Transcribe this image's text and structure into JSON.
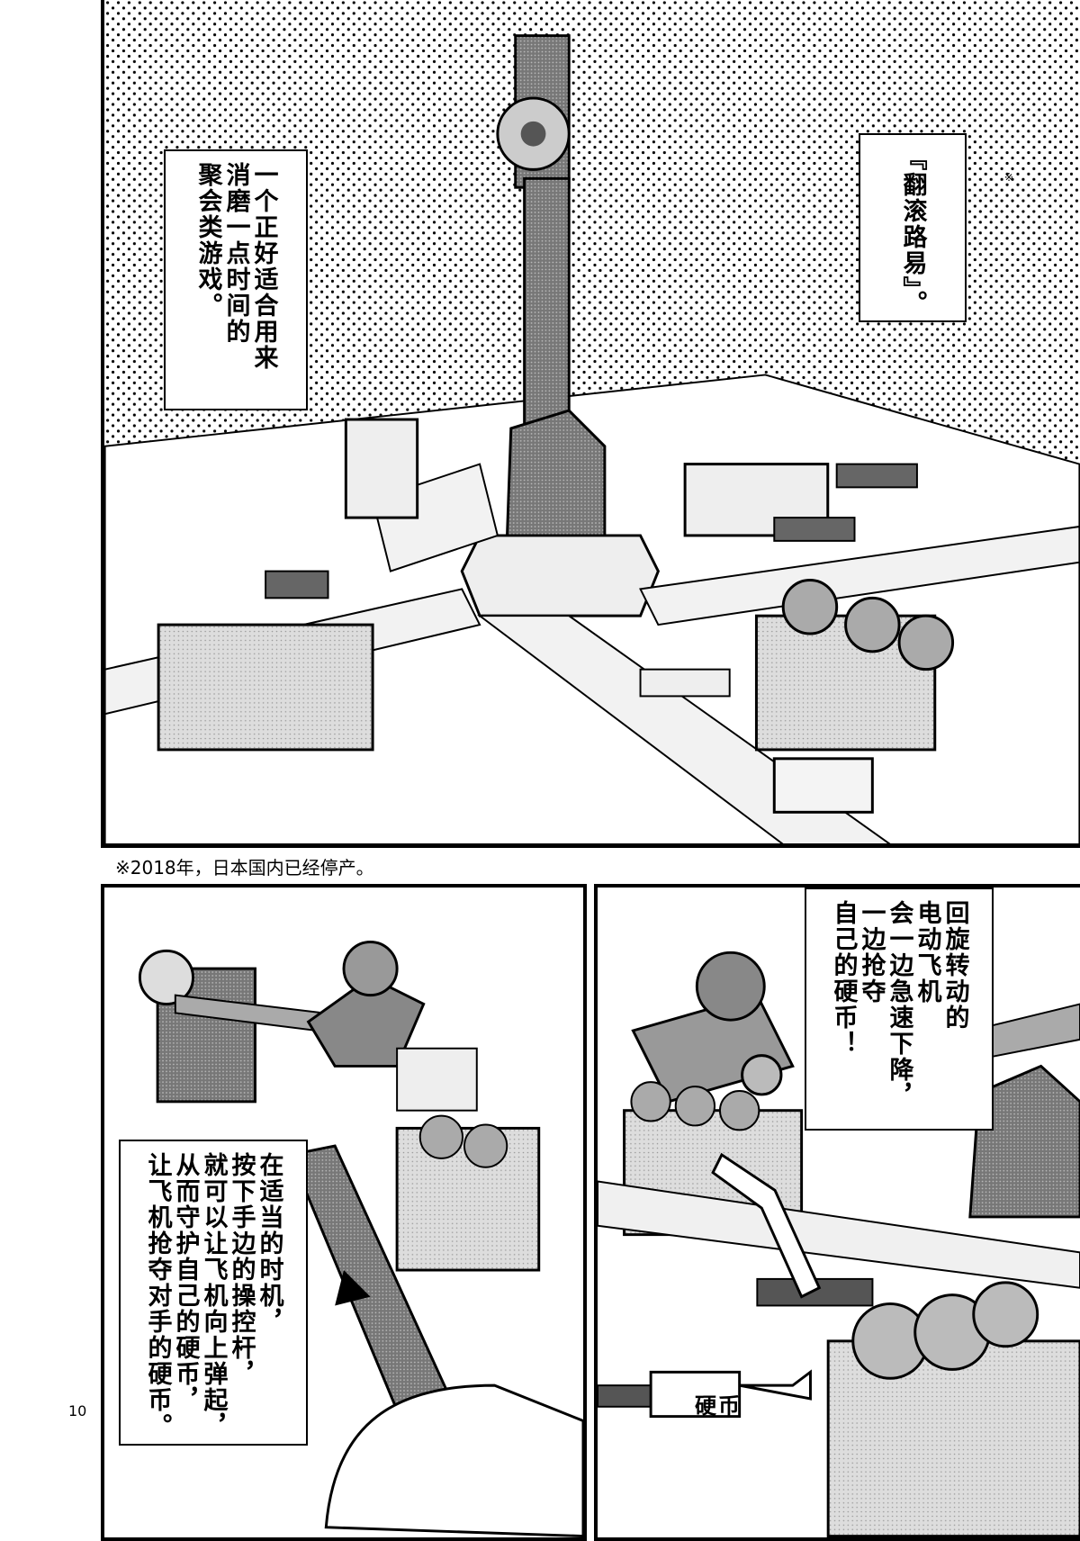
{
  "panel1": {
    "caption_right": {
      "mark": "※",
      "lines": [
        "『翻滚路易』。"
      ]
    },
    "caption_left": {
      "lines": [
        "一个正好适合用来",
        "消磨一点时间的",
        "聚会类游戏。"
      ]
    }
  },
  "footnote": "※2018年，日本国内已经停产。",
  "panel2": {
    "caption": {
      "lines": [
        "在适当的时机，",
        "按下手边的操控杆，",
        "就可以让飞机向上弹起，",
        "从而守护自己的硬币，",
        "让飞机抢夺对手的硬币。"
      ]
    }
  },
  "panel3": {
    "caption": {
      "lines": [
        "回旋转动的",
        "电动飞机",
        "会一边急速下降，",
        "一边抢夺",
        "自己的硬币！"
      ]
    },
    "coin_label": "硬币"
  },
  "page_number": "10"
}
